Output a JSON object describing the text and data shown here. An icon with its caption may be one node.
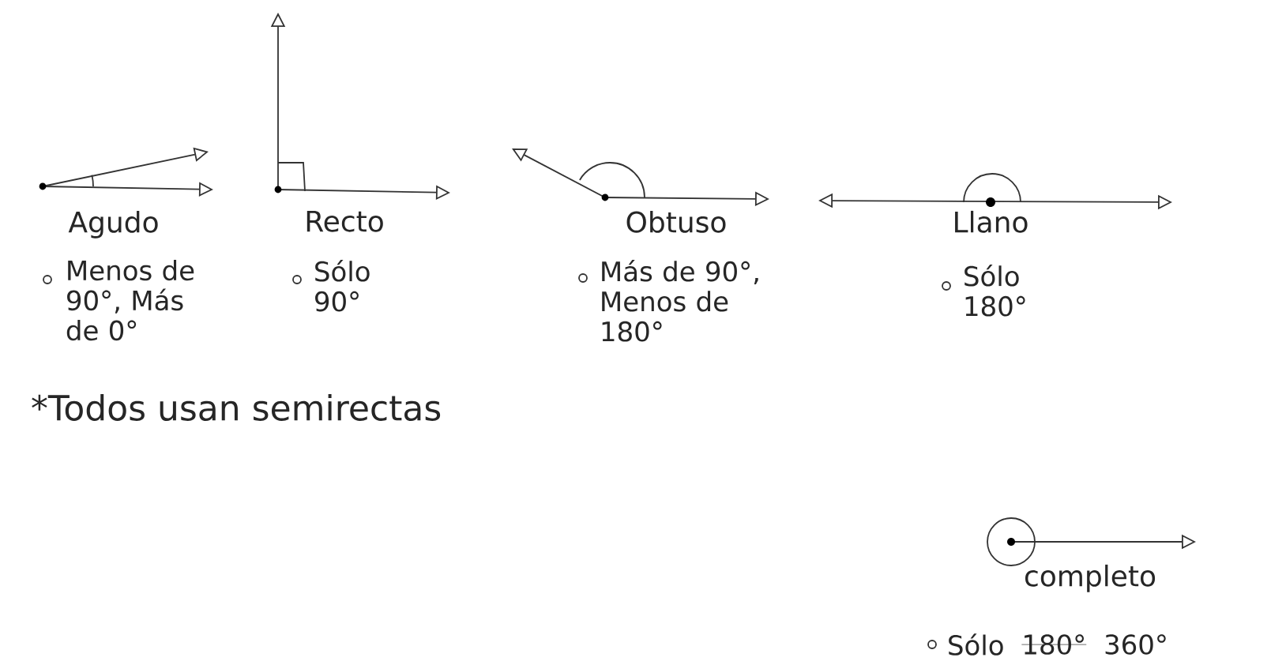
{
  "diagram": {
    "labels": [
      "Agudo",
      "Recto",
      "Obtuso",
      "Llano",
      "Menos de 90°, Más de 0°",
      "Sólo 90°",
      "Más de 90°, Menos de 180°",
      "Sólo 180°",
      "*Todos usan semirectas",
      "completo",
      "Sólo",
      "180°",
      "360°"
    ]
  }
}
